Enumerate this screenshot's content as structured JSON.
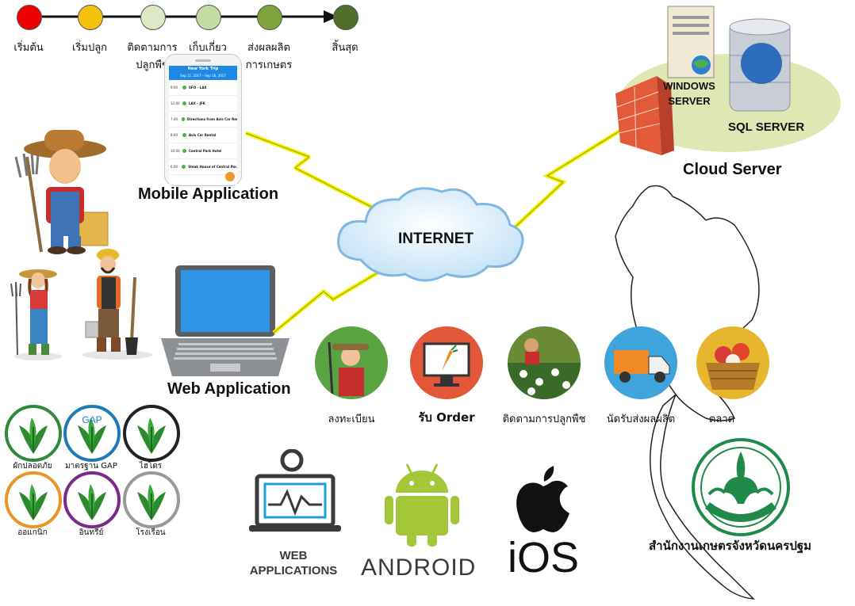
{
  "timeline": {
    "colors": [
      "#ee0000",
      "#f4c20d",
      "#dbe9c6",
      "#c3dca4",
      "#7ea33e",
      "#4f6f2a"
    ],
    "stages": [
      {
        "label_lines": [
          "เริ่มต้น"
        ]
      },
      {
        "label_lines": [
          "เริ่มปลูก"
        ]
      },
      {
        "label_lines": [
          "ติดตามการ",
          "ปลูกพืช"
        ]
      },
      {
        "label_lines": [
          "เก็บเกี่ยว"
        ]
      },
      {
        "label_lines": [
          "ส่งผลผลิต",
          "การเกษตร"
        ]
      },
      {
        "label_lines": [
          "สิ้นสุด"
        ]
      }
    ]
  },
  "labels": {
    "mobile_app": "Mobile Application",
    "web_app": "Web Application",
    "internet": "INTERNET",
    "windows_server_1": "WINDOWS",
    "windows_server_2": "SERVER",
    "sql_server": "SQL SERVER",
    "cloud_server": "Cloud Server",
    "office": "สำนักงานเกษตรจังหวัดนครปฐม"
  },
  "services": [
    {
      "label": "ลงทะเบียน",
      "icon": "farmer-icon",
      "bg": "#5aa343"
    },
    {
      "label": "รับ Order",
      "icon": "monitor-carrot-icon",
      "bg": "#e2573a"
    },
    {
      "label": "ติดตามการปลูกพืช",
      "icon": "crop-field-icon",
      "bg": "#6b8a38"
    },
    {
      "label": "นัดรับส่งผลผลิต",
      "icon": "delivery-truck-icon",
      "bg": "#3fa3dc"
    },
    {
      "label": "ตลาด",
      "icon": "produce-basket-icon",
      "bg": "#e6b62f"
    }
  ],
  "crop_badges": [
    {
      "label": "ผักปลอดภัย",
      "ring": "#2f8a3a",
      "text": ""
    },
    {
      "label": "มาตรฐาน GAP",
      "ring": "#1f7ab8",
      "text": "GAP"
    },
    {
      "label": "ไฮโดร",
      "ring": "#222222",
      "text": ""
    },
    {
      "label": "ออแกนิก",
      "ring": "#e8962a",
      "text": ""
    },
    {
      "label": "อินทรีย์",
      "ring": "#7a2a8a",
      "text": ""
    },
    {
      "label": "โรงเรือน",
      "ring": "#9a9a9a",
      "text": ""
    }
  ],
  "platforms": {
    "web_line1": "WEB",
    "web_line2": "APPLICATIONS",
    "android": "ANDROID",
    "ios": "iOS"
  },
  "phone": {
    "city": "New York Trip",
    "dates": "Sep 11, 2017 – Sep 16, 2017",
    "items": [
      {
        "time": "9:00",
        "title": "SFO – LAX"
      },
      {
        "time": "12:00",
        "title": "LAX – JFK"
      },
      {
        "time": "7:40",
        "title": "Directions from Avis Car Rent..."
      },
      {
        "time": "8:00",
        "title": "Avis Car Rental"
      },
      {
        "time": "10:00",
        "title": "Central Park Hotel"
      },
      {
        "time": "6:00",
        "title": "Steak House of Central Par..."
      }
    ]
  }
}
